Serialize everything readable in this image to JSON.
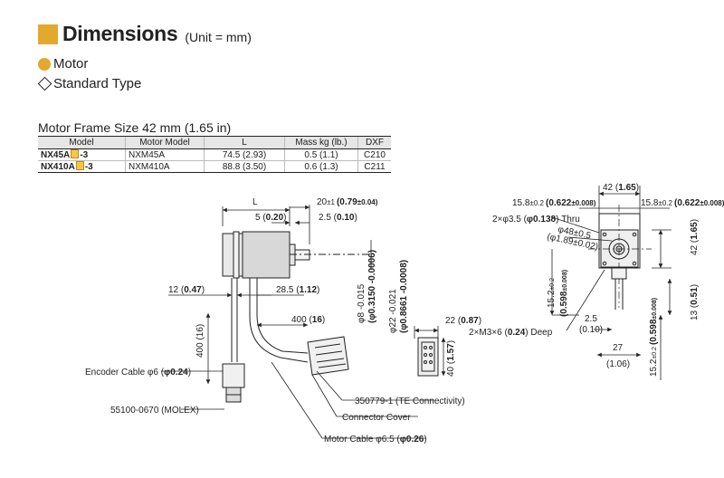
{
  "header": {
    "title": "Dimensions",
    "unit": "(Unit = mm)",
    "section": "Motor",
    "subsection": "Standard Type",
    "accent_color": "#e2a92e"
  },
  "frame": {
    "title": "Motor Frame Size 42 mm (1.65 in)"
  },
  "table": {
    "columns": [
      "Model",
      "Motor Model",
      "L",
      "Mass kg (lb.)",
      "DXF"
    ],
    "rows": [
      {
        "model_prefix": "NX45A",
        "model_suffix": "-3",
        "motor_model": "NXM45A",
        "L": "74.5 (2.93)",
        "mass": "0.5 (1.1)",
        "dxf": "C210"
      },
      {
        "model_prefix": "NX410A",
        "model_suffix": "-3",
        "motor_model": "NXM410A",
        "L": "88.8 (3.50)",
        "mass": "0.6 (1.3)",
        "dxf": "C211"
      }
    ]
  },
  "drawing": {
    "L": "L",
    "dim_20": "20",
    "dim_20_tol": "±1",
    "dim_20_in": "(0.79",
    "dim_20_in_tol": "±0.04)",
    "dim_5": "5 (",
    "dim_5_in": "0.20",
    "dim_5_close": ")",
    "dim_2_5": "2.5 (",
    "dim_2_5_in": "0.10",
    "dim_2_5_close": ")",
    "dim_12": "12 (",
    "dim_12_in": "0.47",
    "dim_12_close": ")",
    "dim_28_5": "28.5 (",
    "dim_28_5_in": "1.12",
    "dim_28_5_close": ")",
    "dim_400a": "400 (",
    "dim_400a_in": "16",
    "dim_400a_close": ")",
    "dim_400v": "400 (16)",
    "shaft_dia": "φ8  ‑0.015",
    "shaft_dia_in": "(φ0.3150 ‑0.0006)",
    "pilot_dia": "φ22  ‑0.021",
    "pilot_dia_in": "(φ0.8661 ‑0.0008)",
    "dim_22": "22 (",
    "dim_22_in": "0.87",
    "dim_22_close": ")",
    "dim_40": "40 (",
    "dim_40_in": "1.57",
    "dim_40_close": ")",
    "encoder_cable": "Encoder Cable φ6 (",
    "encoder_cable_in": "φ0.24",
    "encoder_cable_close": ")",
    "molex": "55100-0670 (MOLEX)",
    "te": "350779-1 (TE Connectivity)",
    "connector_cover": "Connector Cover",
    "motor_cable": "Motor Cable φ6.5 (",
    "motor_cable_in": "φ0.26",
    "motor_cable_close": ")",
    "dim_42_top": "42 (",
    "dim_42_top_in": "1.65",
    "dim_42_top_close": ")",
    "dim_15_8a": "15.8",
    "dim_15_8a_tol": "±0.2",
    "dim_15_8a_in": "(0.622",
    "dim_15_8a_in_tol": "±0.008)",
    "dim_15_8b": "15.8",
    "dim_15_8b_tol": "±0.2",
    "dim_15_8b_in": "(0.622",
    "dim_15_8b_in_tol": "±0.008)",
    "holes_thru": "2×φ3.5 (",
    "holes_thru_in": "φ0.138",
    "holes_thru_close": ") Thru",
    "bolt_circle": "φ48±0.5",
    "bolt_circle_in": "(φ1.89±0.02)",
    "dim_42_right": "42 (",
    "dim_42_right_in": "1.65",
    "dim_42_right_close": ")",
    "dim_15_2_left": "15.2",
    "dim_15_2_left_tol": "±0.2",
    "dim_15_2_left_in": "(0.598",
    "dim_15_2_left_in_tol": "±0.008)",
    "dim_15_2_right": "15.2",
    "dim_15_2_right_tol": "±0.2",
    "dim_15_2_right_in": "(0.598",
    "dim_15_2_right_in_tol": "±0.008)",
    "dim_13": "13 (",
    "dim_13_in": "0.51",
    "dim_13_close": ")",
    "dim_2_5b": "2.5",
    "dim_2_5b_in": "(0.10)",
    "dim_27": "27",
    "dim_27_in": "(1.06)",
    "m3_deep": "2×M3×6 (",
    "m3_deep_in": "0.24",
    "m3_deep_close": ") Deep"
  }
}
